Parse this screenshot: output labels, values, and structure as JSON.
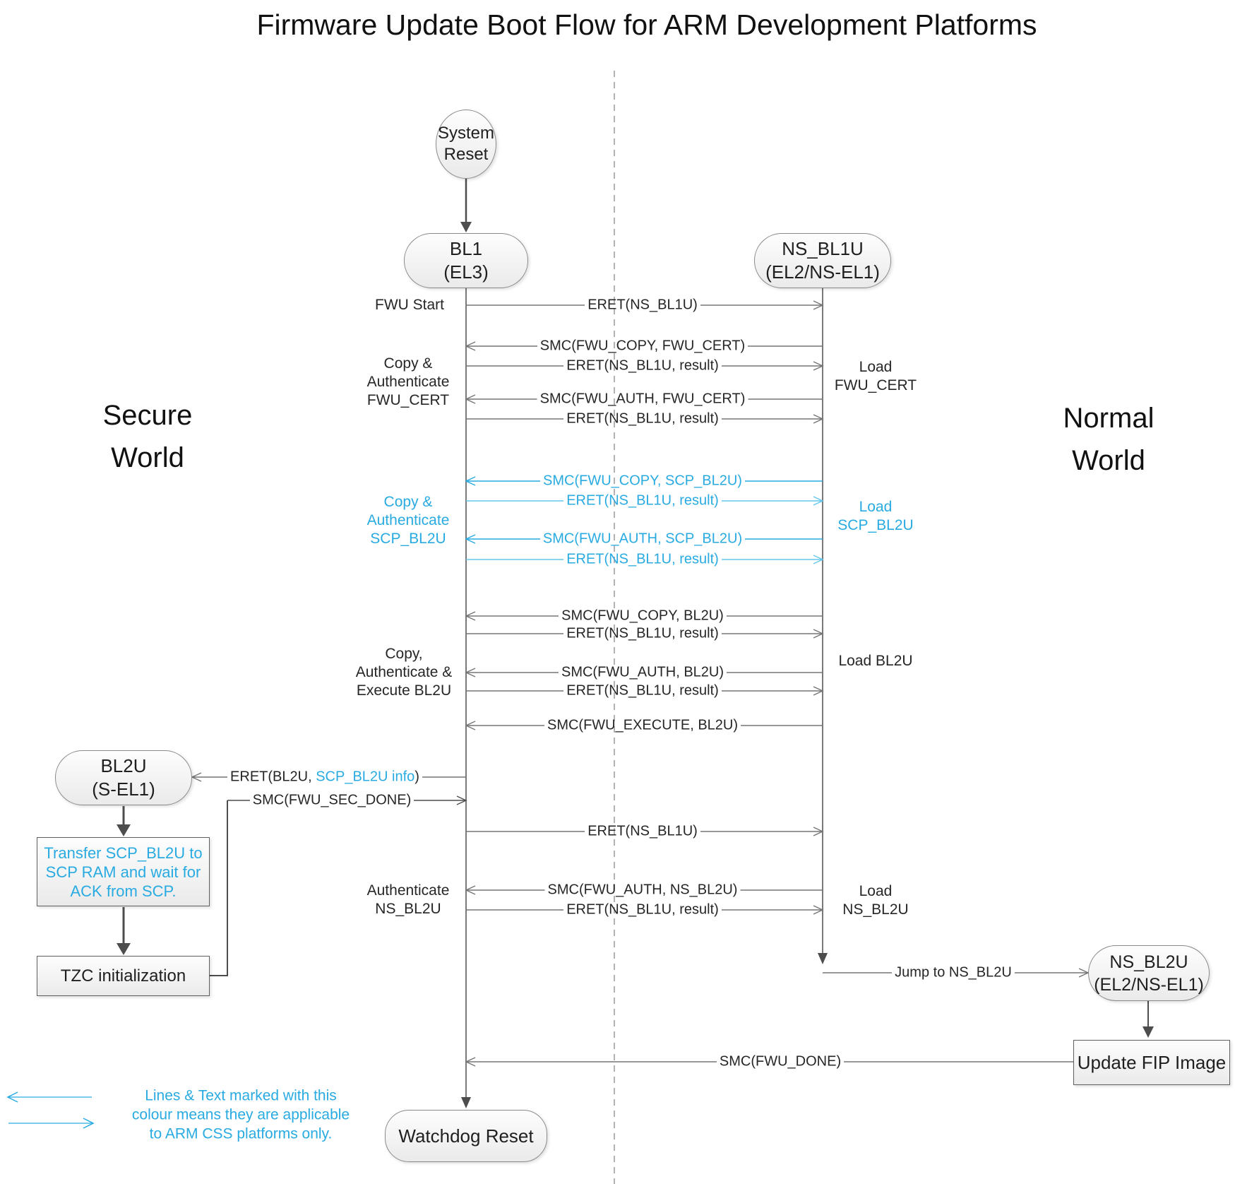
{
  "title": "Firmware Update Boot Flow for ARM Development Platforms",
  "colors": {
    "accent_blue": "#29ABE2",
    "accent_blue_light": "#63c5ec",
    "message_line_gray": "#757575",
    "flow_line_dark": "#4d4d4d",
    "divider_gray": "#999999"
  },
  "worlds": {
    "secure": "Secure\nWorld",
    "normal": "Normal\nWorld"
  },
  "nodes": {
    "system_reset": "System\nReset",
    "bl1": "BL1\n(EL3)",
    "ns_bl1u": "NS_BL1U\n(EL2/NS-EL1)",
    "bl2u": "BL2U\n(S-EL1)",
    "ns_bl2u": "NS_BL2U\n(EL2/NS-EL1)",
    "watchdog_reset": "Watchdog Reset",
    "transfer_scp": "Transfer SCP_BL2U to\nSCP RAM and wait for\nACK from SCP.",
    "tzc_init": "TZC initialization",
    "update_fip": "Update FIP Image"
  },
  "messages": [
    {
      "label": "ERET(NS_BL1U)"
    },
    {
      "label": "SMC(FWU_COPY, FWU_CERT)"
    },
    {
      "label": "ERET(NS_BL1U, result)"
    },
    {
      "label": "SMC(FWU_AUTH, FWU_CERT)"
    },
    {
      "label": "ERET(NS_BL1U, result)"
    },
    {
      "label": "SMC(FWU_COPY, SCP_BL2U)"
    },
    {
      "label": "ERET(NS_BL1U, result)"
    },
    {
      "label": "SMC(FWU_AUTH, SCP_BL2U)"
    },
    {
      "label": "ERET(NS_BL1U, result)"
    },
    {
      "label": "SMC(FWU_COPY, BL2U)"
    },
    {
      "label": "ERET(NS_BL1U, result)"
    },
    {
      "label": "SMC(FWU_AUTH, BL2U)"
    },
    {
      "label": "ERET(NS_BL1U, result)"
    },
    {
      "label": "SMC(FWU_EXECUTE, BL2U)"
    },
    {
      "label": "ERET(NS_BL1U)"
    },
    {
      "label": "SMC(FWU_AUTH, NS_BL2U)"
    },
    {
      "label": "ERET(NS_BL1U, result)"
    },
    {
      "label": "SMC(FWU_DONE)"
    }
  ],
  "special_messages": {
    "eret_bl2u": {
      "pre": "ERET(BL2U, ",
      "highlight": "SCP_BL2U info",
      "post": ")"
    },
    "smc_sec_done": "SMC(FWU_SEC_DONE)",
    "jump_ns_bl2u": "Jump to NS_BL2U"
  },
  "side_labels": {
    "fwu_start": "FWU Start",
    "copy_auth_fwu_cert": "Copy &\nAuthenticate\nFWU_CERT",
    "load_fwu_cert": "Load\nFWU_CERT",
    "copy_auth_scp_bl2u": "Copy &\nAuthenticate\nSCP_BL2U",
    "load_scp_bl2u": "Load\nSCP_BL2U",
    "copy_auth_exec_bl2u": "Copy,\nAuthenticate &\nExecute BL2U",
    "load_bl2u": "Load BL2U",
    "authenticate_ns_bl2u": "Authenticate\nNS_BL2U",
    "load_ns_bl2u": "Load\nNS_BL2U"
  },
  "legend": {
    "note": "Lines & Text marked with this\ncolour means they are applicable\nto ARM CSS platforms only."
  }
}
